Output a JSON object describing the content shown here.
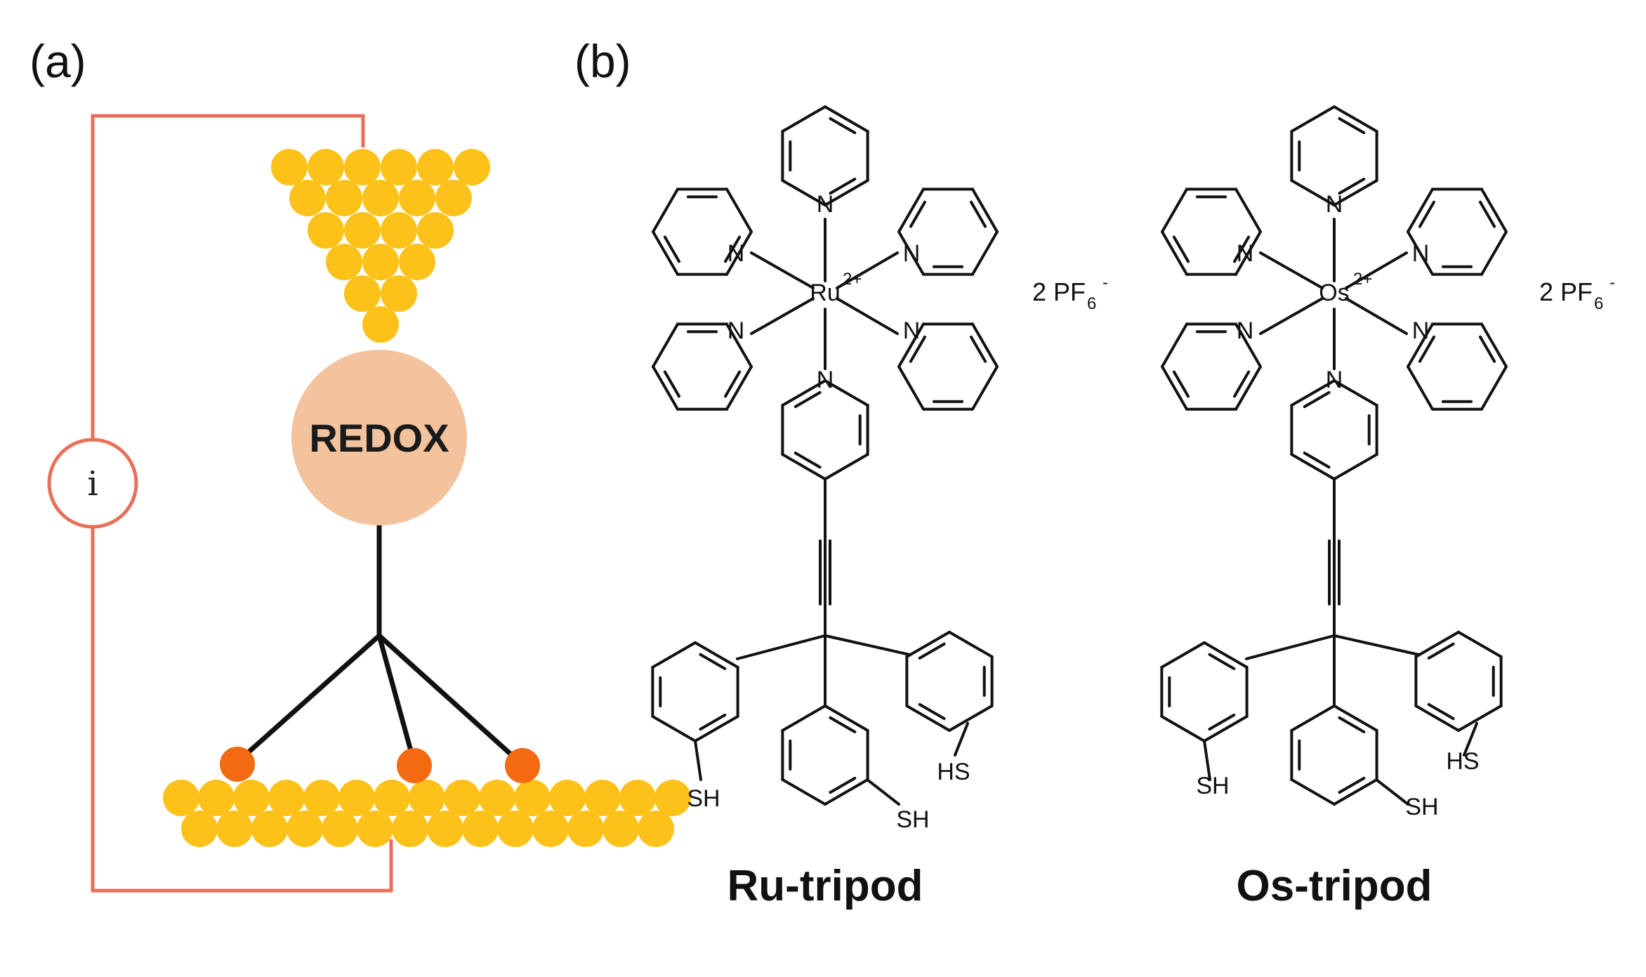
{
  "panel_a": {
    "label": "(a)",
    "meter_label": "i",
    "molecule_label": "REDOX",
    "colors": {
      "circuit": "#e8705a",
      "gold_atom": "#fcc21a",
      "redox_sphere": "#f3c39d",
      "anchor": "#f46a10",
      "tether": "#111111"
    }
  },
  "panel_b": {
    "label": "(b)",
    "molecules": [
      {
        "metal": "Ru",
        "charge": "2+",
        "counterion": "2 PF",
        "counterion_sub": "6",
        "counterion_sup": "-",
        "nitrogen": "N",
        "thiols": [
          "SH",
          "HS",
          "SH"
        ],
        "caption": "Ru-tripod"
      },
      {
        "metal": "Os",
        "charge": "2+",
        "counterion": "2 PF",
        "counterion_sub": "6",
        "counterion_sup": "-",
        "nitrogen": "N",
        "thiols": [
          "SH",
          "HS",
          "SH"
        ],
        "caption": "Os-tripod"
      }
    ]
  }
}
